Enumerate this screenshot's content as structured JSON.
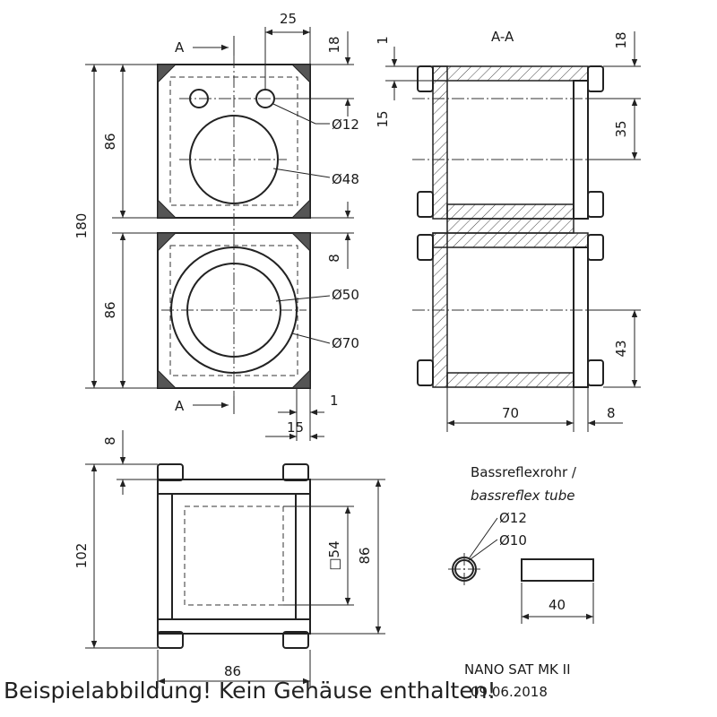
{
  "caption": "Beispielabbildung! Kein Gehäuse enthalten!",
  "front_view": {
    "section_marker_top": "A",
    "section_marker_bottom": "A",
    "dims": {
      "top_25": "25",
      "top_18": "18",
      "left_86_upper": "86",
      "left_86_lower": "86",
      "total_180": "180",
      "gap_8": "8",
      "bottom_1": "1",
      "bottom_15": "15"
    },
    "callouts": {
      "d12": "Ø12",
      "d48": "Ø48",
      "d50": "Ø50",
      "d70": "Ø70"
    }
  },
  "section_view": {
    "title": "A-A",
    "dims": {
      "top_1": "1",
      "left_15": "15",
      "right_18": "18",
      "right_35": "35",
      "right_43": "43",
      "bottom_70": "70",
      "bottom_8": "8"
    }
  },
  "bottom_view": {
    "dims": {
      "top_8": "8",
      "left_102": "102",
      "square_54": "□54",
      "right_86": "86",
      "bottom_86": "86"
    }
  },
  "tube": {
    "title_line1": "Bassreflexrohr /",
    "title_line2": "bassreflex tube",
    "d12": "Ø12",
    "d10": "Ø10",
    "length_40": "40"
  },
  "title_block": {
    "name": "NANO SAT MK II",
    "date": "09.06.2018"
  }
}
